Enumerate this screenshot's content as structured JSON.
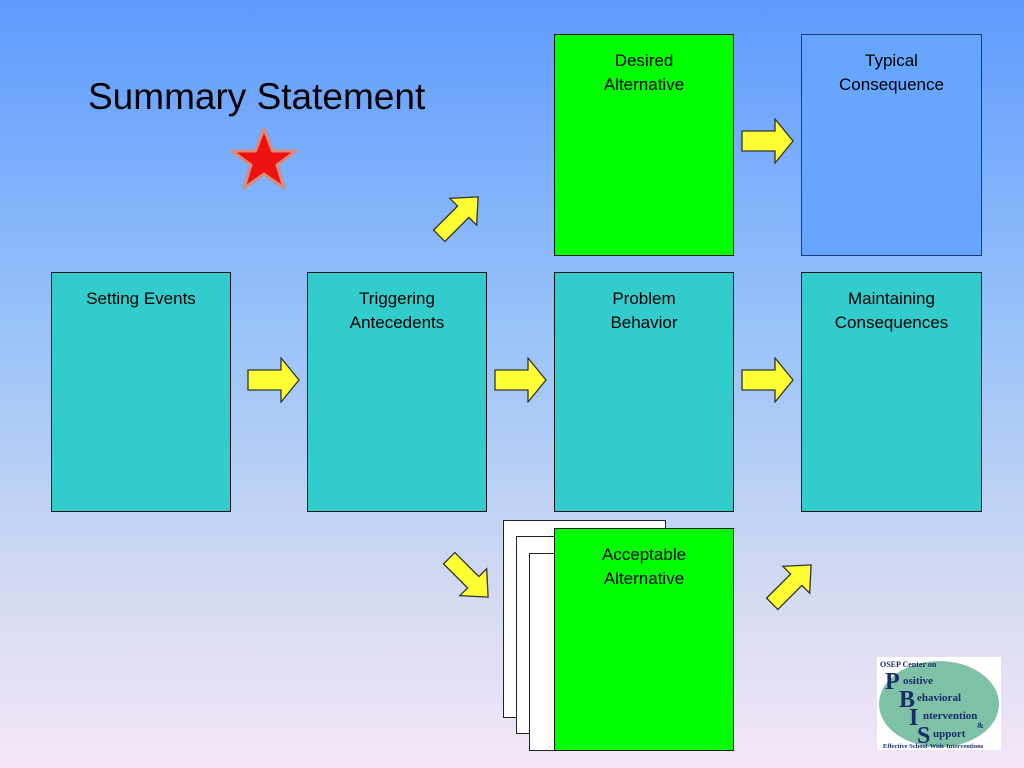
{
  "title": "Summary Statement",
  "boxes": {
    "setting_events": "Setting Events",
    "triggering_antecedents": "Triggering Antecedents",
    "problem_behavior": "Problem Behavior",
    "maintaining_consequences": "Maintaining Consequences",
    "desired_alternative": "Desired Alternative",
    "typical_consequence": "Typical Consequence",
    "acceptable_alternative": "Acceptable Alternative"
  },
  "logo": {
    "header": "OSEP Center on",
    "line1": "ositive",
    "line2": "ehavioral",
    "line3": "ntervention",
    "amp": "&",
    "line4": "upport",
    "footer": "Effective School-Wide Interventions"
  },
  "colors": {
    "teal_box": "#33cccc",
    "green_box": "#00ff00",
    "blue_box": "#66a6ff",
    "arrow": "#ffff33",
    "star": "#ee1111"
  },
  "icons": [
    "star-icon",
    "right-arrow-icon",
    "diagonal-arrow-icon",
    "pbis-logo"
  ]
}
